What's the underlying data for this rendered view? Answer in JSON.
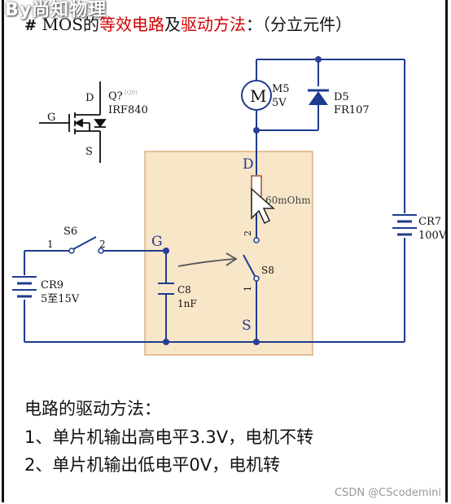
{
  "overlay": {
    "text": "By尚知物理"
  },
  "heading": {
    "hash": "#",
    "mos": "MOS的",
    "part1": "等效电路",
    "and": "及",
    "part2": "驱动方法",
    "tail": "：（分立元件）"
  },
  "mosfet_symbol": {
    "pin_d": "D",
    "pin_g": "G",
    "pin_s": "S",
    "ref": "Q?",
    "ref_small": "(Q9)",
    "part": "IRF840"
  },
  "motor": {
    "ref": "M5",
    "value": "5V",
    "symbol": "M"
  },
  "diode": {
    "ref": "D5",
    "value": "FR107"
  },
  "battery_right": {
    "ref": "CR7",
    "value": "100V"
  },
  "battery_left": {
    "ref": "CR9",
    "value": "5至15V"
  },
  "switch_s6": {
    "ref": "S6",
    "pin1": "1",
    "pin2": "2"
  },
  "equivalent": {
    "pin_d": "D",
    "pin_g": "G",
    "pin_s": "S",
    "resistor": "60mOhm",
    "cap_ref": "C8",
    "cap_value": "1nF",
    "switch_ref": "S8",
    "switch_pin1": "1",
    "switch_pin2": "2",
    "box_color": "#f7e6c8",
    "box_border": "#d9a066"
  },
  "notes": {
    "title": "电路的驱动方法：",
    "line1": "1、单片机输出高电平3.3V，电机不转",
    "line2": "2、单片机输出低电平0V，电机转"
  },
  "colors": {
    "wire": "#1f3b8f",
    "junction": "#2a3f9a",
    "heading_red": "#d00000"
  },
  "watermark": "CSDN @CScodemini"
}
